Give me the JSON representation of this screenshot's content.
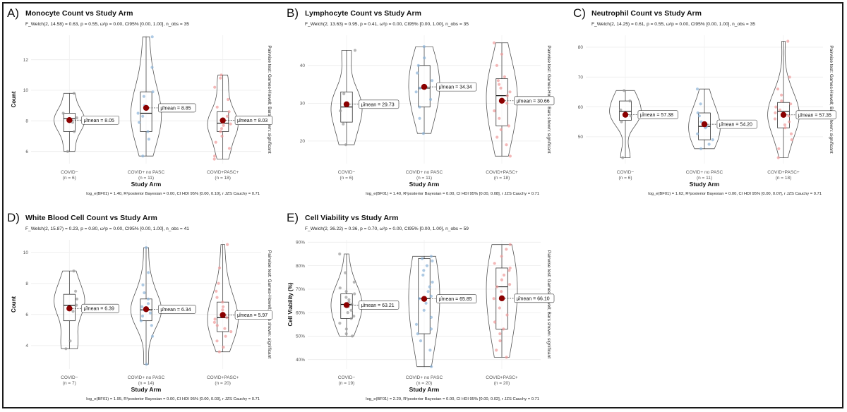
{
  "colors": {
    "covid_neg": "#9a9a9a",
    "covid_pos_no_pasc": "#8cb3d8",
    "covid_pos_pasc": "#f09a9a",
    "mean": "#8b0000"
  },
  "chart_data": [
    {
      "type": "violin",
      "panel": "A)",
      "title": "Monocyte Count vs Study Arm",
      "subtitle": "F_Welch(2, 14.58) = 0.63, p = 0.55, ω²p = 0.00, CI95% [0.00, 1.00], n_obs = 35",
      "xlabel": "Study Arm",
      "ylabel": "Count",
      "ylim": [
        5.2,
        13.6
      ],
      "yticks": [
        6,
        8,
        10,
        12
      ],
      "side_note": "Pairwise test: Games-Howell; Bars shown: significant",
      "footer": "log_e(BF01) = 1.40, R²posterior Bayesian = 0.00, CI HDI 95% [0.00, 0.10], r JZS Cauchy = 0.71",
      "groups": [
        {
          "label": "COVID−",
          "n": "(n = 6)",
          "mean": 8.05,
          "mean_label": "μ̂mean = 8.05",
          "q1": 7.3,
          "median": 8.15,
          "q3": 8.5,
          "min": 6.0,
          "max": 9.8,
          "points": [
            6.0,
            7.3,
            7.9,
            8.2,
            8.5,
            9.8
          ]
        },
        {
          "label": "COVID+ no PASC",
          "n": "(n = 11)",
          "mean": 8.85,
          "mean_label": "μ̂mean = 8.85",
          "q1": 7.3,
          "median": 8.5,
          "q3": 9.9,
          "min": 5.7,
          "max": 13.5,
          "points": [
            5.7,
            6.8,
            7.3,
            7.9,
            8.3,
            8.5,
            9.0,
            9.6,
            9.9,
            11.5,
            13.5
          ]
        },
        {
          "label": "COVID+PASC+",
          "n": "(n = 18)",
          "mean": 8.03,
          "mean_label": "μ̂mean = 8.03",
          "q1": 7.3,
          "median": 7.85,
          "q3": 8.6,
          "min": 5.5,
          "max": 11.0,
          "points": [
            5.5,
            5.7,
            6.2,
            6.6,
            7.0,
            7.3,
            7.5,
            7.7,
            7.8,
            7.9,
            8.0,
            8.3,
            8.6,
            8.9,
            9.4,
            10.2,
            10.8,
            11.0
          ]
        }
      ]
    },
    {
      "type": "violin",
      "panel": "B)",
      "title": "Lymphocyte Count vs Study Arm",
      "subtitle": "F_Welch(2, 13.63) = 0.95, p = 0.41, ω²p = 0.00, CI95% [0.00, 1.00], n_obs = 35",
      "xlabel": "Study Arm",
      "ylabel": "",
      "ylim": [
        14,
        48
      ],
      "yticks": [
        20,
        30,
        40
      ],
      "side_note": "Pairwise test: Games-Howell; Bars shown: significant",
      "footer": "log_e(BF01) = 1.40, R²posterior Bayesian = 0.00, CI HDI 95% [0.00, 0.08], r JZS Cauchy = 0.71",
      "groups": [
        {
          "label": "COVID−",
          "n": "(n = 6)",
          "mean": 29.73,
          "mean_label": "μ̂mean = 29.73",
          "q1": 25.0,
          "median": 29.0,
          "q3": 33.0,
          "min": 19.0,
          "max": 44.0,
          "points": [
            19.0,
            24.5,
            28.0,
            30.0,
            32.5,
            44.0
          ]
        },
        {
          "label": "COVID+ no PASC",
          "n": "(n = 11)",
          "mean": 34.34,
          "mean_label": "μ̂mean = 34.34",
          "q1": 29.0,
          "median": 34.0,
          "q3": 40.0,
          "min": 22.0,
          "max": 45.0,
          "points": [
            22.0,
            26.0,
            29.0,
            31.0,
            33.0,
            34.0,
            36.0,
            38.0,
            40.0,
            42.0,
            45.0
          ]
        },
        {
          "label": "COVID+PASC+",
          "n": "(n = 18)",
          "mean": 30.66,
          "mean_label": "μ̂mean = 30.66",
          "q1": 24.0,
          "median": 32.0,
          "q3": 36.5,
          "min": 16.0,
          "max": 46.0,
          "points": [
            16.0,
            19.0,
            21.0,
            23.0,
            24.0,
            26.0,
            28.0,
            30.0,
            31.0,
            32.0,
            33.0,
            34.0,
            35.0,
            36.0,
            37.0,
            40.0,
            43.0,
            46.0
          ]
        }
      ]
    },
    {
      "type": "violin",
      "panel": "C)",
      "title": "Neutrophil Count vs Study Arm",
      "subtitle": "F_Welch(2, 14.25) = 0.61, p = 0.55, ω²p = 0.00, CI95% [0.00, 1.00], n_obs = 35",
      "xlabel": "Study Arm",
      "ylabel": "",
      "ylim": [
        41,
        84
      ],
      "yticks": [
        50,
        60,
        70,
        80
      ],
      "side_note": "Pairwise test: Games-Howell; Bars shown: significant",
      "footer": "log_e(BF01) = 1.62, R²posterior Bayesian = 0.00, CI HDI 95% [0.00, 0.07], r JZS Cauchy = 0.71",
      "groups": [
        {
          "label": "COVID−",
          "n": "(n = 6)",
          "mean": 57.38,
          "mean_label": "μ̂mean = 57.38",
          "q1": 55.5,
          "median": 58.5,
          "q3": 62.0,
          "min": 43.0,
          "max": 65.5,
          "points": [
            43.0,
            55.0,
            57.0,
            59.0,
            62.0,
            65.5
          ]
        },
        {
          "label": "COVID+ no PASC",
          "n": "(n = 11)",
          "mean": 54.2,
          "mean_label": "μ̂mean = 54.20",
          "q1": 49.0,
          "median": 53.5,
          "q3": 58.0,
          "min": 46.0,
          "max": 66.0,
          "points": [
            46.0,
            47.5,
            49.0,
            51.0,
            53.0,
            53.5,
            55.0,
            57.0,
            58.0,
            61.0,
            66.0
          ]
        },
        {
          "label": "COVID+PASC+",
          "n": "(n = 18)",
          "mean": 57.35,
          "mean_label": "μ̂mean = 57.35",
          "q1": 53.0,
          "median": 58.5,
          "q3": 61.5,
          "min": 43.0,
          "max": 82.0,
          "points": [
            43.0,
            46.0,
            49.0,
            51.0,
            53.0,
            54.0,
            55.0,
            56.0,
            57.0,
            58.0,
            59.0,
            60.0,
            61.0,
            62.0,
            64.0,
            66.0,
            70.0,
            82.0
          ]
        }
      ]
    },
    {
      "type": "violin",
      "panel": "D)",
      "title": "White Blood Cell Count vs Study Arm",
      "subtitle": "F_Welch(2, 15.87) = 0.23, p = 0.80, ω²p = 0.00, CI95% [0.00, 1.00], n_obs = 41",
      "xlabel": "Study Arm",
      "ylabel": "Count",
      "ylim": [
        2.5,
        10.8
      ],
      "yticks": [
        4,
        6,
        8,
        10
      ],
      "side_note": "Pairwise test: Games-Howell; Bars shown: significant",
      "footer": "log_e(BF01) = 1.95, R²posterior Bayesian = 0.00, CI HDI 95% [0.00, 0.03], r JZS Cauchy = 0.71",
      "groups": [
        {
          "label": "COVID−",
          "n": "(n = 7)",
          "mean": 6.39,
          "mean_label": "μ̂mean = 6.39",
          "q1": 5.6,
          "median": 6.6,
          "q3": 7.3,
          "min": 3.8,
          "max": 8.8,
          "points": [
            3.8,
            4.3,
            6.2,
            6.6,
            7.0,
            7.5,
            8.8
          ]
        },
        {
          "label": "COVID+ no PASC",
          "n": "(n = 14)",
          "mean": 6.34,
          "mean_label": "μ̂mean = 6.34",
          "q1": 5.6,
          "median": 6.3,
          "q3": 7.0,
          "min": 2.8,
          "max": 10.3,
          "points": [
            2.8,
            4.6,
            5.3,
            5.6,
            5.9,
            6.1,
            6.3,
            6.5,
            6.7,
            7.0,
            7.4,
            7.9,
            8.7,
            10.3
          ]
        },
        {
          "label": "COVID+PASC+",
          "n": "(n = 20)",
          "mean": 5.97,
          "mean_label": "μ̂mean = 5.97",
          "q1": 4.9,
          "median": 5.8,
          "q3": 6.8,
          "min": 3.6,
          "max": 10.5,
          "points": [
            3.6,
            3.9,
            4.3,
            4.6,
            4.9,
            5.1,
            5.3,
            5.5,
            5.7,
            5.8,
            5.9,
            6.1,
            6.3,
            6.5,
            6.8,
            7.1,
            7.5,
            8.0,
            9.0,
            10.5
          ]
        }
      ]
    },
    {
      "type": "violin",
      "panel": "E)",
      "title": "Cell Viability vs Study Arm",
      "subtitle": "F_Welch(2, 36.22) = 0.36, p = 0.70, ω²p = 0.00, CI95% [0.00, 1.00], n_obs = 59",
      "xlabel": "Study Arm",
      "ylabel": "Cell Viability (%)",
      "ylim": [
        36,
        91
      ],
      "yticks": [
        40,
        50,
        60,
        70,
        80,
        90
      ],
      "ytick_labels": [
        "40%",
        "50%",
        "60%",
        "70%",
        "80%",
        "90%"
      ],
      "side_note": "Pairwise test: Games-Howell; Bars shown: significant",
      "footer": "log_e(BF01) = 2.29, R²posterior Bayesian = 0.00, CI HDI 95% [0.00, 0.02], r JZS Cauchy = 0.71",
      "groups": [
        {
          "label": "COVID−",
          "n": "(n = 19)",
          "mean": 63.21,
          "mean_label": "μ̂mean = 63.21",
          "q1": 57.5,
          "median": 63.5,
          "q3": 68.0,
          "min": 50.0,
          "max": 85.0,
          "points": [
            50.0,
            51.0,
            53.0,
            55.5,
            57.5,
            58.5,
            60.0,
            61.0,
            62.5,
            63.5,
            64.5,
            65.5,
            66.5,
            68.0,
            69.0,
            70.5,
            73.0,
            77.0,
            85.0
          ]
        },
        {
          "label": "COVID+ no PASC",
          "n": "(n = 20)",
          "mean": 65.85,
          "mean_label": "μ̂mean = 65.85",
          "q1": 51.0,
          "median": 66.0,
          "q3": 83.0,
          "min": 37.0,
          "max": 84.0,
          "points": [
            37.0,
            44.0,
            48.0,
            51.0,
            53.0,
            55.0,
            58.0,
            61.0,
            64.0,
            66.0,
            67.0,
            69.0,
            71.0,
            73.0,
            76.0,
            78.0,
            80.0,
            82.0,
            83.0,
            84.0
          ]
        },
        {
          "label": "COVID+PASC+",
          "n": "(n = 20)",
          "mean": 66.1,
          "mean_label": "μ̂mean = 66.10",
          "q1": 53.0,
          "median": 71.0,
          "q3": 79.0,
          "min": 41.0,
          "max": 89.0,
          "points": [
            41.0,
            44.0,
            48.0,
            51.0,
            53.0,
            56.0,
            59.0,
            62.0,
            66.0,
            69.0,
            71.0,
            72.0,
            74.0,
            76.0,
            78.0,
            79.0,
            81.0,
            84.0,
            87.0,
            89.0
          ]
        }
      ]
    }
  ]
}
